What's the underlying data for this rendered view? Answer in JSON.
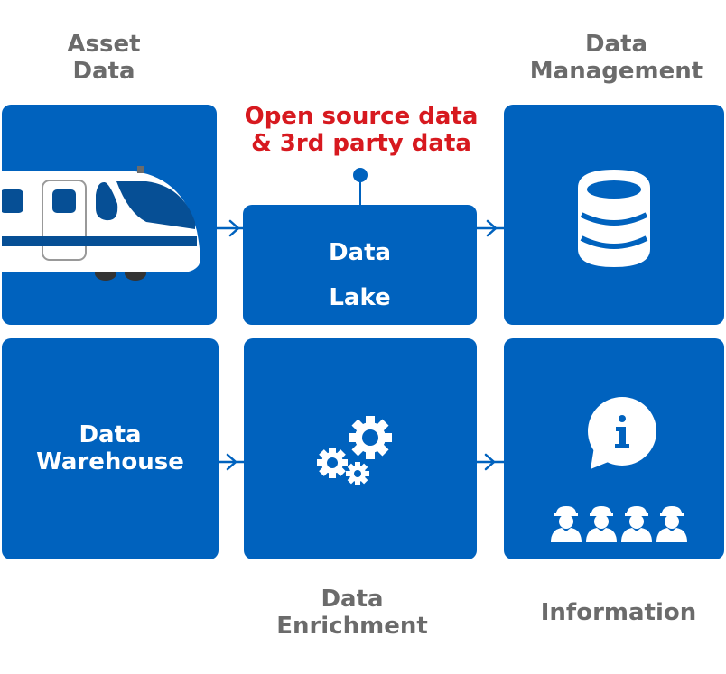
{
  "title": "Data flow diagram",
  "colors": {
    "box": "#0062be",
    "label": "#6b6b6b",
    "highlight": "#d7191f"
  },
  "labels": {
    "asset_data": [
      "Asset",
      "Data"
    ],
    "data_management": [
      "Data",
      "Management"
    ],
    "open_source": [
      "Open source data",
      "& 3rd party data"
    ],
    "data_lake": [
      "Data",
      "Lake"
    ],
    "data_warehouse": [
      "Data",
      "Warehouse"
    ],
    "data_enrichment": [
      "Data",
      "Enrichment"
    ],
    "information": "Information"
  },
  "icons": {
    "asset": "train-icon",
    "management": "database-icon",
    "enrichment": "gears-icon",
    "information": "info-bubble-icon",
    "workers": "worker-icon"
  },
  "worker_count": 4
}
